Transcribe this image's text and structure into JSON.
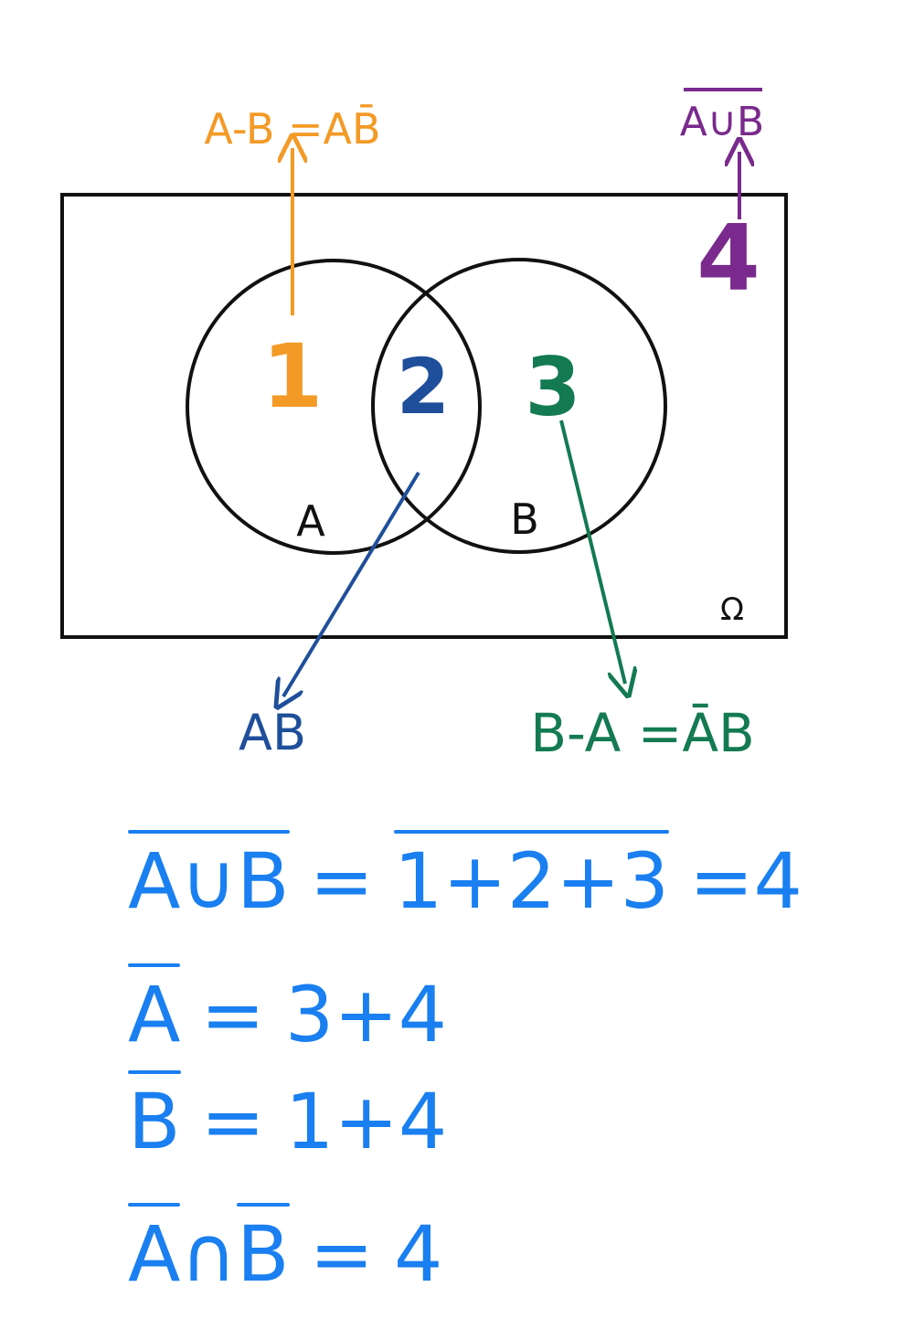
{
  "colors": {
    "orange": "#f39a26",
    "navy": "#1f4f9a",
    "green": "#137a52",
    "purple": "#7a2a8c",
    "blue": "#1a7ff0",
    "black": "#111111"
  },
  "sets": {
    "a_label": "A",
    "b_label": "B",
    "universe_label": "Ω"
  },
  "regions": {
    "r1": "1",
    "r2": "2",
    "r3": "3",
    "r4": "4"
  },
  "annotations": {
    "a_minus_b": "A-B =AB̄",
    "complement_union_top": "A∪B",
    "intersection": "AB",
    "b_minus_a": "B-A =ĀB"
  },
  "formulas": [
    {
      "lhs": "A∪B",
      "eq1": "=",
      "mid": "1+2+3",
      "eq2": "=",
      "rhs": "4"
    },
    {
      "lhs": "A",
      "eq": "=",
      "rhs": "3+4"
    },
    {
      "lhs": "B",
      "eq": "=",
      "rhs": "1+4"
    },
    {
      "lhs_a": "A",
      "cap": "∩",
      "lhs_b": "B",
      "eq": "=",
      "rhs": "4"
    }
  ]
}
